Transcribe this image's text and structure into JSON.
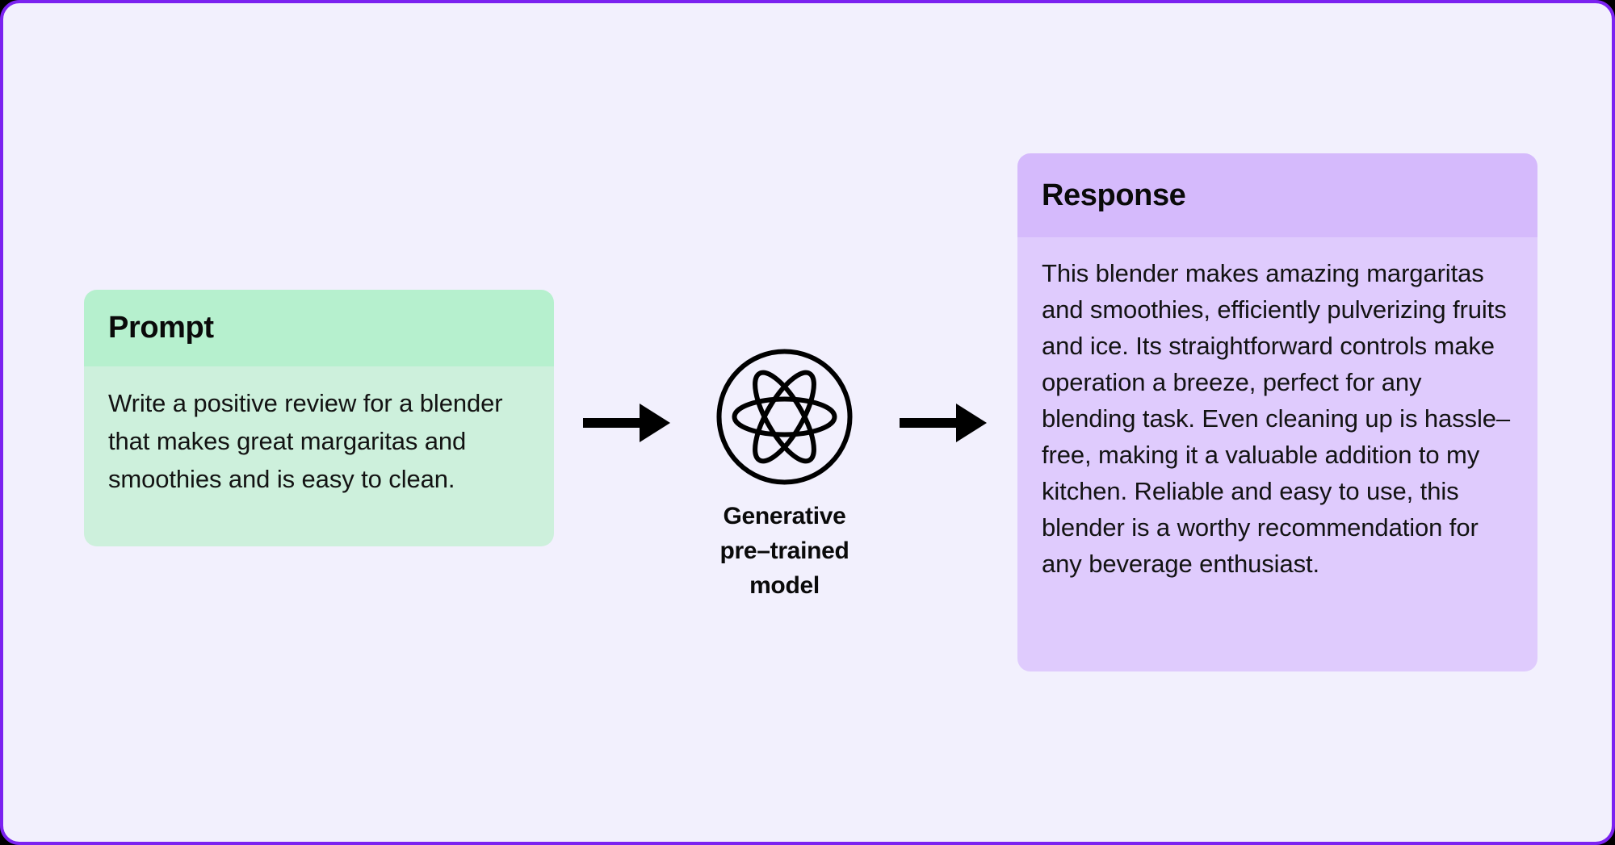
{
  "canvas": {
    "background_color": "#F2F0FD",
    "border_color": "#7B22F0"
  },
  "prompt_card": {
    "header": "Prompt",
    "body": "Write a positive review for a blender that makes great margaritas and smoothies and is easy to clean.",
    "header_color": "#B6F0CE",
    "body_color": "#CDF0DC"
  },
  "model": {
    "icon": "atom-icon",
    "label": "Generative\npre–trained\nmodel"
  },
  "response_card": {
    "header": "Response",
    "body": "This blender makes amazing margaritas and smoothies, efficiently pulverizing fruits and ice. Its straightforward controls make operation a breeze, perfect for any blending task. Even cleaning up is hassle–free, making it a valuable addition to my kitchen. Reliable and easy to use, this blender is a worthy recommendation for any beverage enthusiast.",
    "header_color": "#D5BAFC",
    "body_color": "#DFCBFD"
  },
  "arrows": {
    "left": "arrow-right-icon",
    "right": "arrow-right-icon",
    "color": "#000000"
  }
}
